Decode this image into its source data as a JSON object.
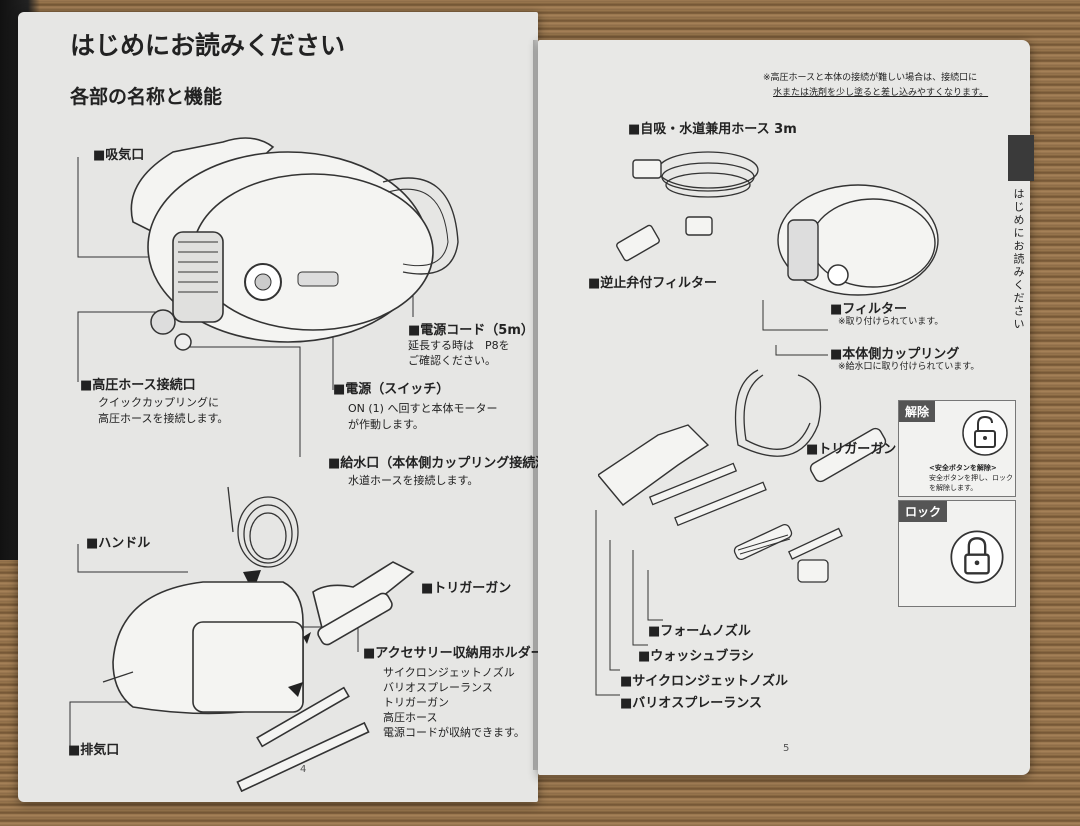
{
  "left_page": {
    "title": "はじめにお読みください",
    "section_title": "各部の名称と機能",
    "labels": {
      "intake": "■吸気口",
      "power_cord": "■電源コード（5m）",
      "power_cord_note1": "延長する時は　P8を",
      "power_cord_note2": "ご確認ください。",
      "hp_hose_port": "■高圧ホース接続口",
      "hp_hose_note1": "クイックカップリングに",
      "hp_hose_note2": "高圧ホースを接続します。",
      "power_switch": "■電源（スイッチ）",
      "power_switch_note1": "ON (1) へ回すと本体モーター",
      "power_switch_note2": "が作動します。",
      "water_inlet": "■給水口（本体側カップリング接続済み）",
      "water_inlet_note": "水道ホースを接続します。",
      "handle": "■ハンドル",
      "trigger_gun": "■トリガーガン",
      "accessory_holder": "■アクセサリー収納用ホルダー",
      "holder_items": [
        "サイクロンジェットノズル",
        "バリオスプレーランス",
        "トリガーガン",
        "高圧ホース",
        "電源コードが収納できます。"
      ],
      "exhaust": "■排気口"
    },
    "page_number": "4"
  },
  "right_page": {
    "note_line1": "※高圧ホースと本体の接続が難しい場合は、接続口に",
    "note_line2": "水または洗剤を少し塗ると差し込みやすくなります。",
    "side_tab": "はじめにお読みください",
    "labels": {
      "hose": "■自吸・水道兼用ホース 3m",
      "check_filter": "■逆止弁付フィルター",
      "filter": "■フィルター",
      "filter_note": "※取り付けられています。",
      "coupling": "■本体側カップリング",
      "coupling_note": "※給水口に取り付けられています。",
      "trigger_gun": "■トリガーガン",
      "foam_nozzle": "■フォームノズル",
      "wash_brush": "■ウォッシュブラシ",
      "cyclone_nozzle": "■サイクロンジェットノズル",
      "vario_lance": "■バリオスプレーランス"
    },
    "lock_panel": {
      "unlock_label": "解除",
      "unlock_caption1": "<安全ボタンを解除>",
      "unlock_caption2": "安全ボタンを押し、ロック",
      "unlock_caption3": "を解除します。",
      "lock_label": "ロック"
    },
    "page_number": "5"
  }
}
